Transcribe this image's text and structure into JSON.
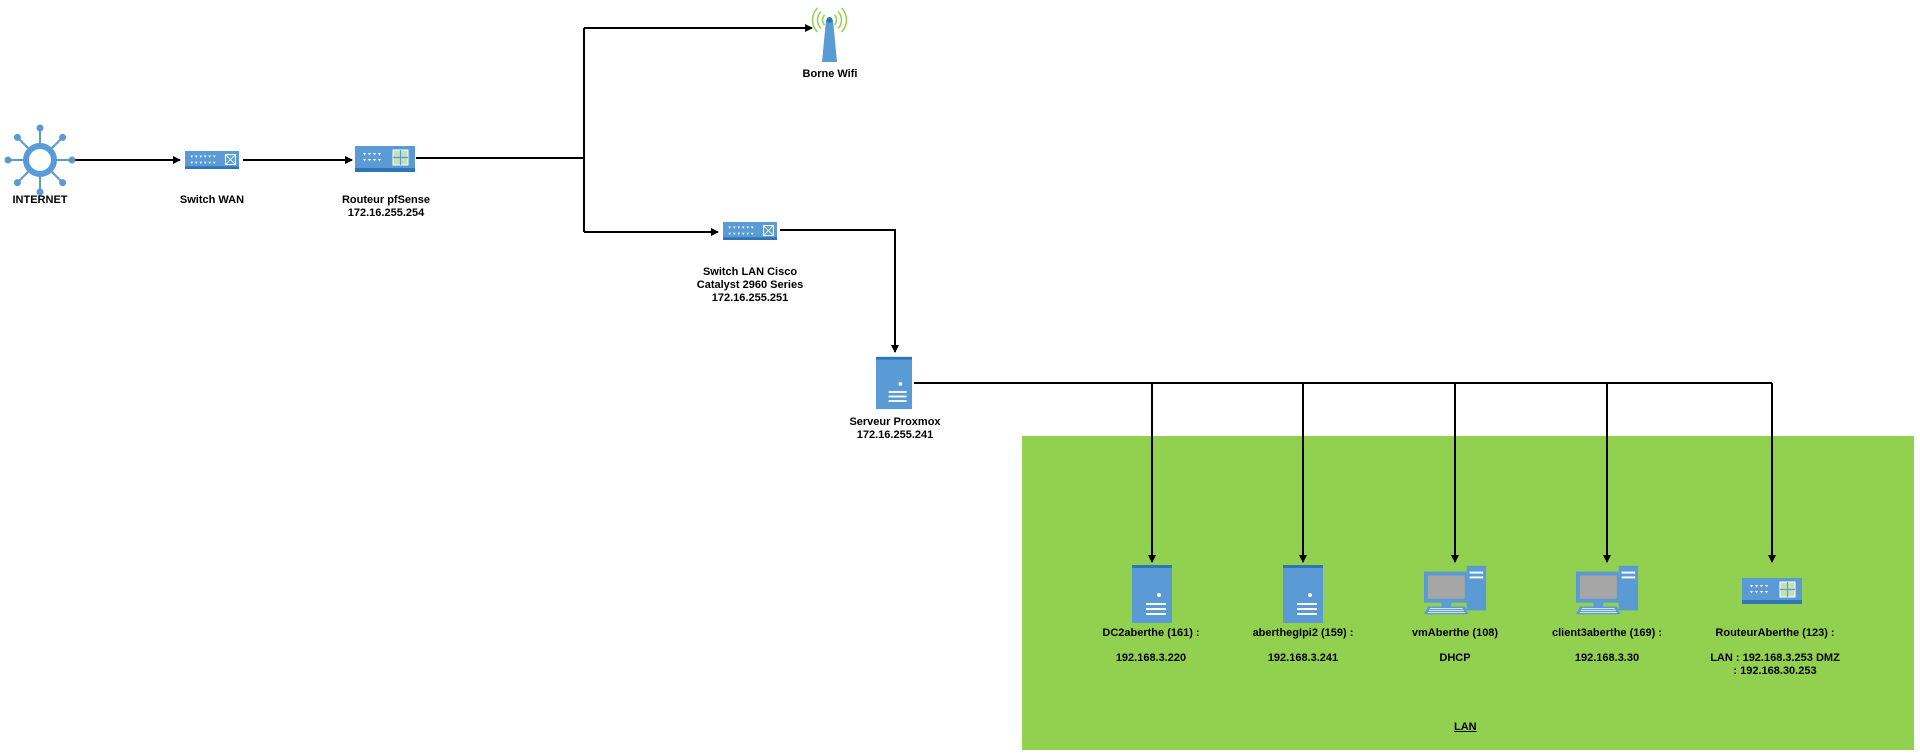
{
  "colors": {
    "device": "#5b9bd5",
    "device_dark": "#2e75b6",
    "lan_zone": "#92d050",
    "line": "#000000",
    "wifi_signal": "#92d050"
  },
  "zone": {
    "title": "LAN"
  },
  "nodes": {
    "internet": {
      "label": "INTERNET",
      "icon": "internet-hub-icon"
    },
    "switch_wan": {
      "label": "Switch WAN",
      "icon": "switch-icon"
    },
    "router_pfsense": {
      "label": "Routeur pfSense",
      "ip": "172.16.255.254",
      "icon": "router-icon"
    },
    "wifi": {
      "label": "Borne Wifi",
      "icon": "wifi-access-point-icon"
    },
    "switch_lan": {
      "line1": "Switch LAN Cisco",
      "line2": "Catalyst 2960 Series",
      "ip": "172.16.255.251",
      "icon": "switch-icon"
    },
    "proxmox": {
      "label": "Serveur Proxmox",
      "ip": "172.16.255.241",
      "icon": "server-icon"
    },
    "dc2": {
      "label": "DC2aberthe (161) :",
      "ip": "192.168.3.220",
      "icon": "server-icon"
    },
    "glpi": {
      "label": "aberthegIpi2 (159) :",
      "ip": "192.168.3.241",
      "icon": "server-icon"
    },
    "vm": {
      "label": "vmAberthe (108)",
      "ip": "DHCP",
      "icon": "workstation-icon"
    },
    "client3": {
      "label": "client3aberthe (169) :",
      "ip": "192.168.3.30",
      "icon": "workstation-icon"
    },
    "routeur_aberthe": {
      "label": "RouteurAberthe (123) :",
      "ip_line1": "LAN : 192.168.3.253 DMZ",
      "ip_line2": ": 192.168.30.253",
      "icon": "router-icon"
    }
  }
}
